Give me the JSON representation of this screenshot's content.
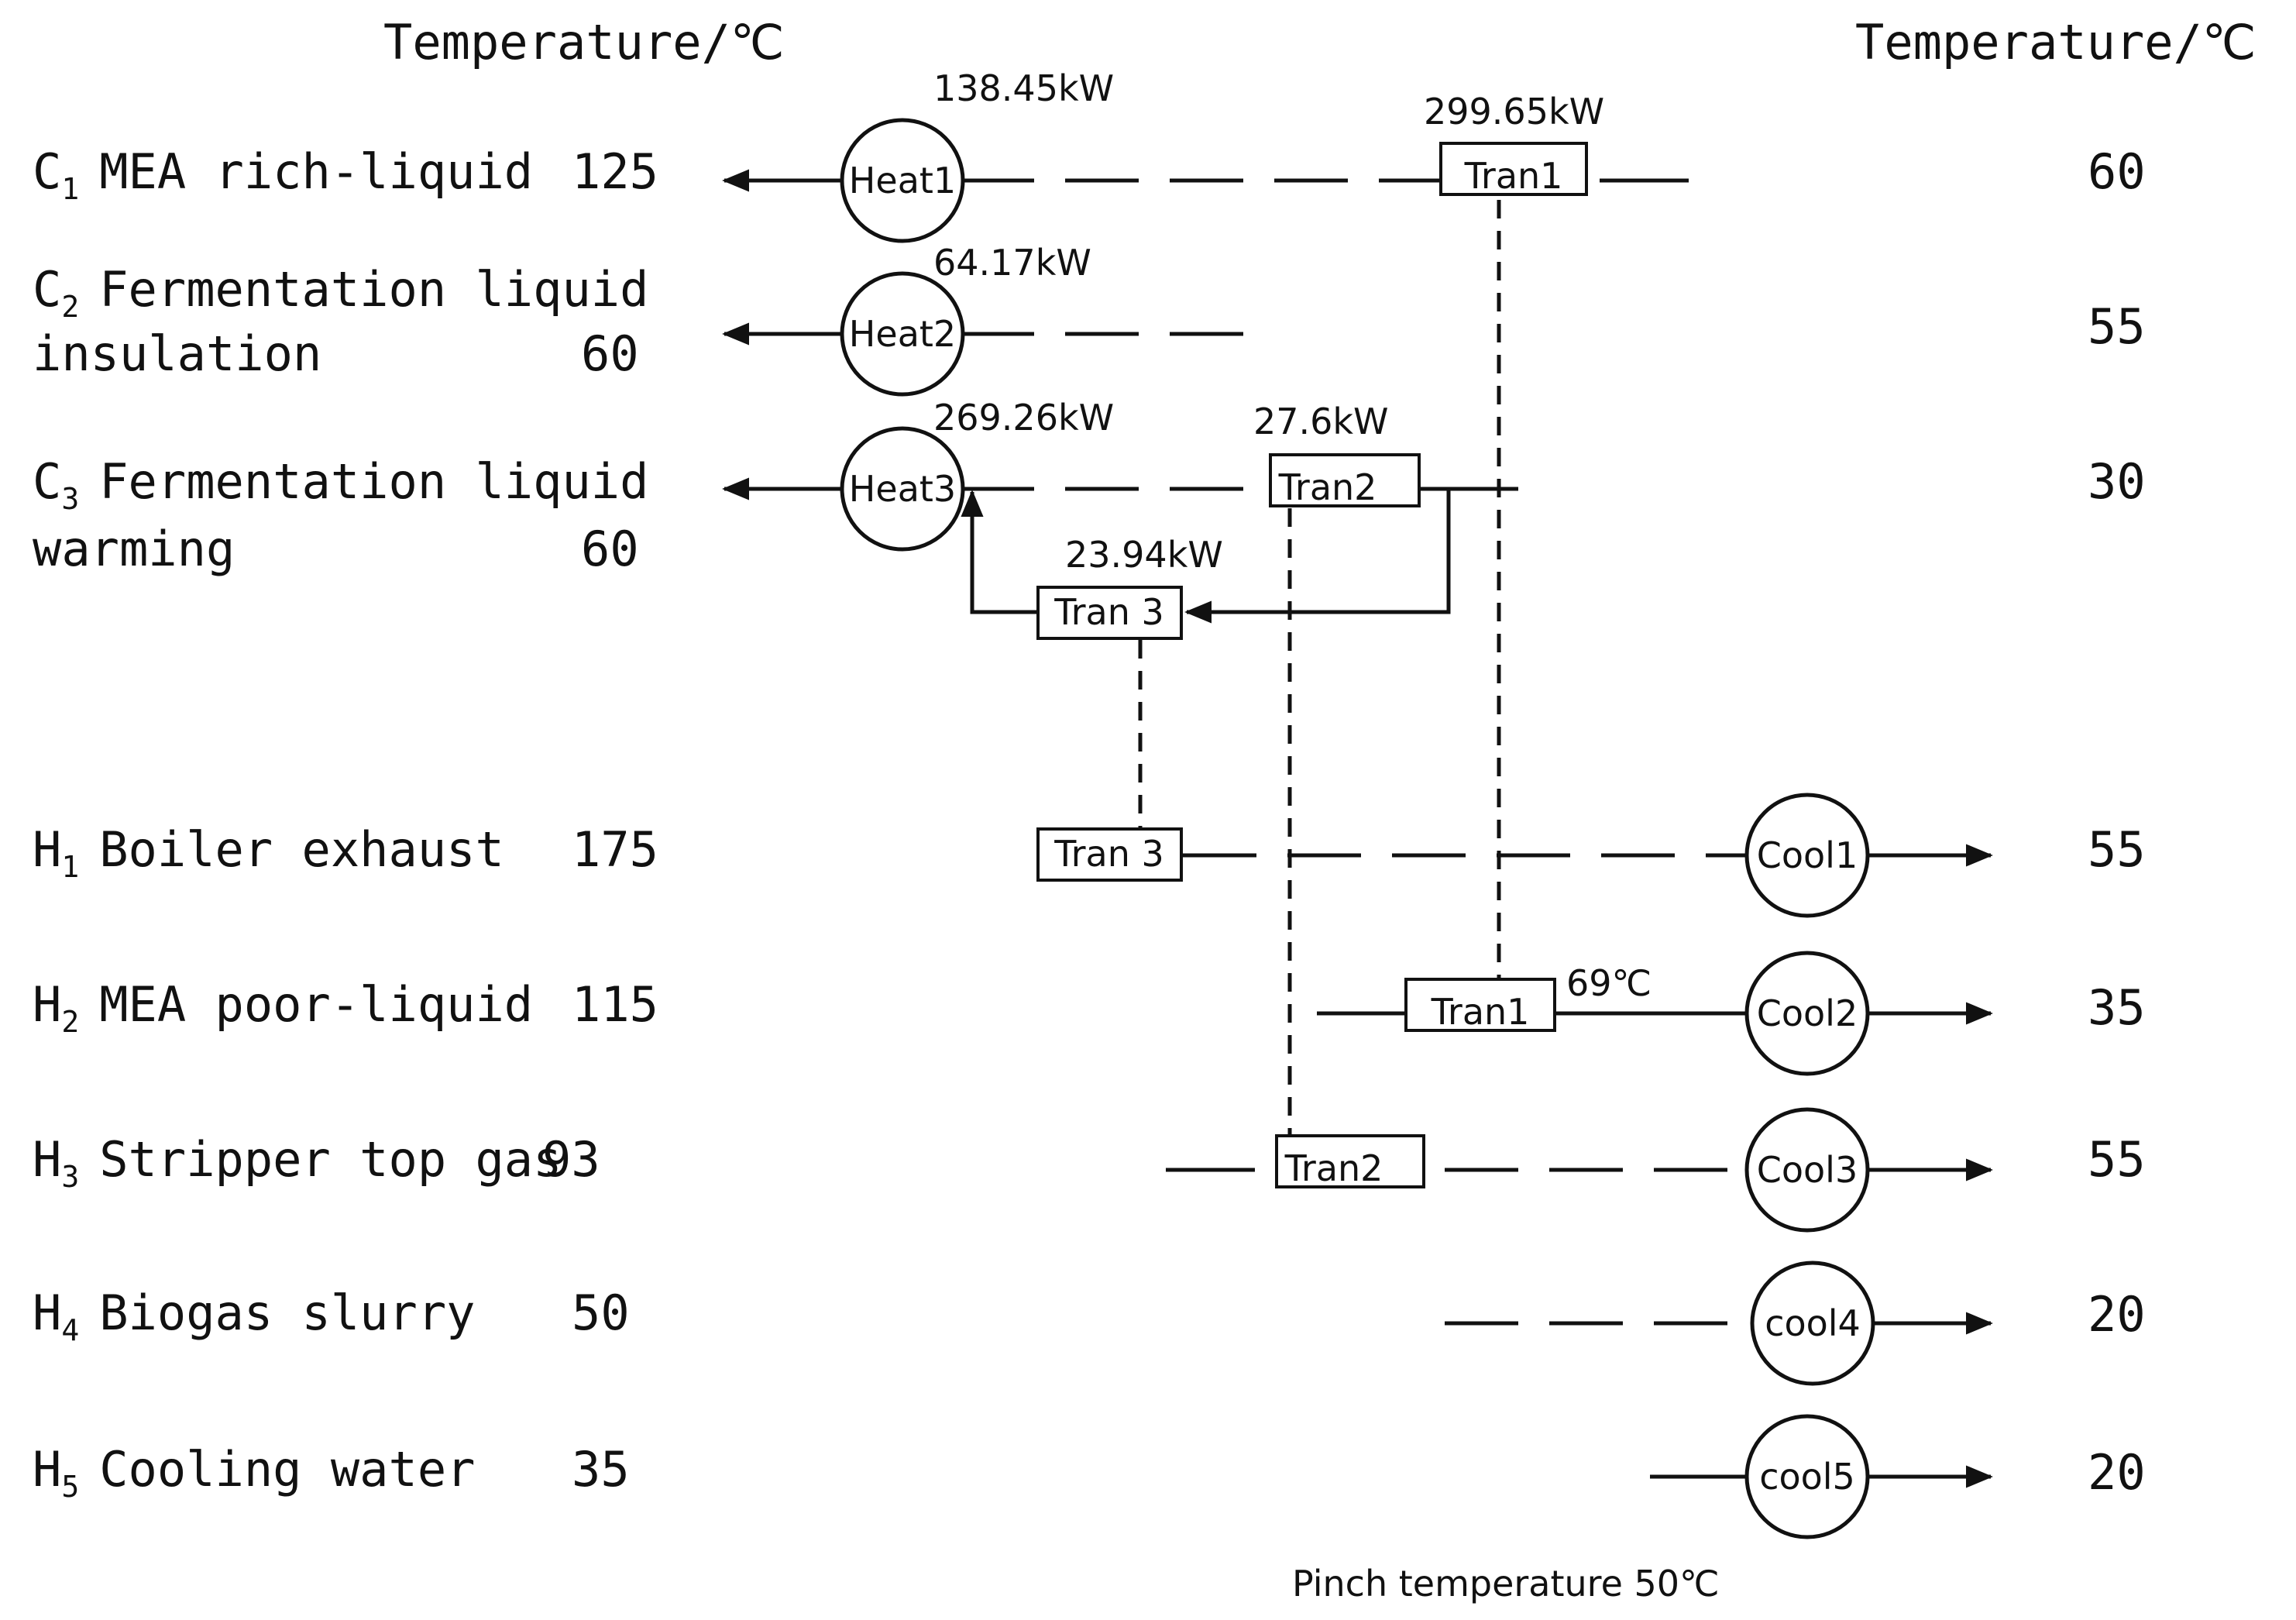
{
  "headers": {
    "left_temperature": "Temperature/℃",
    "right_temperature": "Temperature/℃"
  },
  "streams": [
    {
      "id": "C",
      "sub": "1",
      "name": "MEA rich-liquid",
      "name2": "",
      "t_in": "125",
      "t_out": "60"
    },
    {
      "id": "C",
      "sub": "2",
      "name": "Fermentation liquid",
      "name2": "insulation",
      "t_in": "60",
      "t_out": "55"
    },
    {
      "id": "C",
      "sub": "3",
      "name": "Fermentation liquid",
      "name2": "warming",
      "t_in": "60",
      "t_out": "30"
    },
    {
      "id": "H",
      "sub": "1",
      "name": "Boiler exhaust",
      "name2": "",
      "t_in": "175",
      "t_out": "55"
    },
    {
      "id": "H",
      "sub": "2",
      "name": "MEA poor-liquid",
      "name2": "",
      "t_in": "115",
      "t_out": "35"
    },
    {
      "id": "H",
      "sub": "3",
      "name": "Stripper top gas",
      "name2": "",
      "t_in": "93",
      "t_out": "55"
    },
    {
      "id": "H",
      "sub": "4",
      "name": "Biogas slurry",
      "name2": "",
      "t_in": "50",
      "t_out": "20"
    },
    {
      "id": "H",
      "sub": "5",
      "name": "Cooling water",
      "name2": "",
      "t_in": "35",
      "t_out": "20"
    }
  ],
  "heaters": [
    {
      "label": "Heat1",
      "duty": "138.45kW"
    },
    {
      "label": "Heat2",
      "duty": "64.17kW"
    },
    {
      "label": "Heat3",
      "duty": "269.26kW"
    }
  ],
  "coolers": [
    {
      "label": "Cool1"
    },
    {
      "label": "Cool2"
    },
    {
      "label": "Cool3"
    },
    {
      "label": "cool4"
    },
    {
      "label": "cool5"
    }
  ],
  "exchangers": {
    "tran1": {
      "label": "Tran1",
      "duty": "299.65kW",
      "outlet_temp": "69℃"
    },
    "tran2": {
      "label": "Tran2",
      "duty": "27.6kW"
    },
    "tran3": {
      "label": "Tran 3",
      "duty": "23.94kW"
    }
  },
  "pinch_label": "Pinch temperature 50℃"
}
